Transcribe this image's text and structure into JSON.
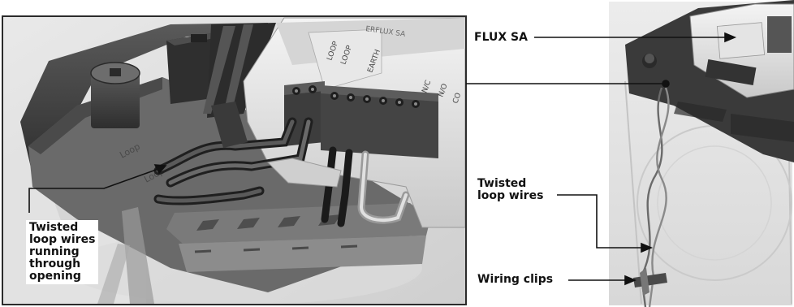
{
  "callouts": {
    "flux_sa": "FLUX SA",
    "twisted_loop_wires": [
      "Twisted",
      "loop wires"
    ],
    "wiring_clips": "Wiring clips",
    "twisted_through_opening": [
      "Twisted",
      "loop wires",
      "running",
      "through",
      "opening"
    ]
  },
  "device_label_text": {
    "terminal_labels": [
      "LOOP",
      "LOOP",
      "EARTH",
      "N/C",
      "N/O",
      "CO"
    ],
    "base_labels": [
      "Loop",
      "Loop"
    ]
  },
  "colors": {
    "frame": "#2b2b2b",
    "background": "#d9d9d9",
    "device_dark": "#3a3a3a",
    "device_light": "#e6e6e6",
    "leader": "#111111"
  }
}
